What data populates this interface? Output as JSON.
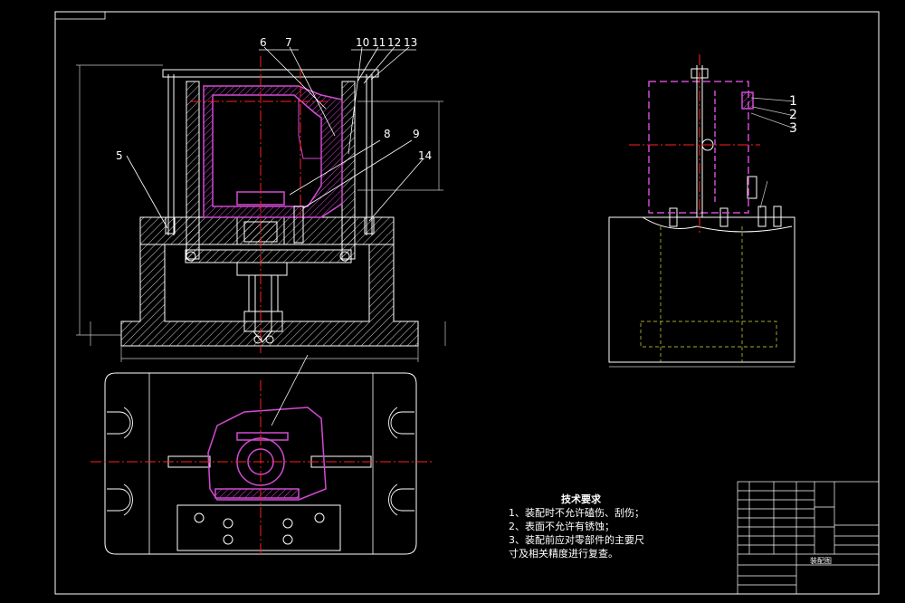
{
  "balloons_main": [
    "6",
    "7",
    "10",
    "11",
    "12",
    "13",
    "5",
    "8",
    "9",
    "14"
  ],
  "balloons_side": [
    "1",
    "2",
    "3"
  ],
  "tech_requirements": {
    "title": "技术要求",
    "lines": [
      "1、装配时不允许磕伤、刮伤；",
      "2、表面不允许有锈蚀；",
      "3、装配前应对零部件的主要尺",
      "寸及相关精度进行复查。"
    ]
  },
  "title_block": {
    "drawing_name": "装配图"
  },
  "colors": {
    "background": "#000000",
    "outline": "#ffffff",
    "part_highlight": "#d24bd2",
    "center_line": "#ff2020",
    "hidden_line": "#e0e040",
    "dimension": "#c8c8c8"
  }
}
